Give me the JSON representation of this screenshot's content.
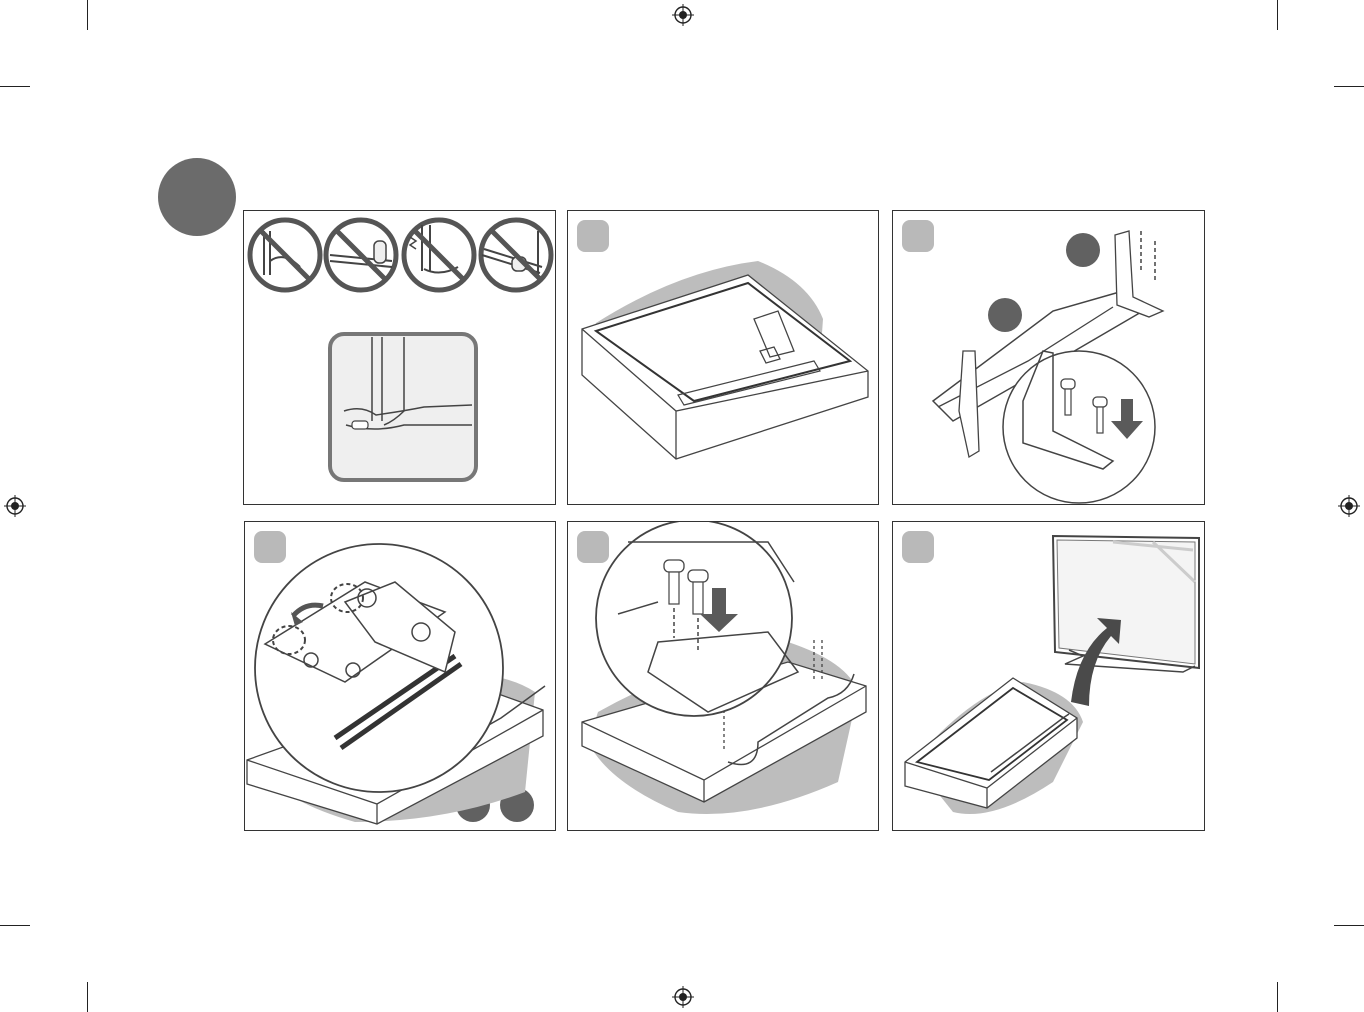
{
  "document": {
    "section_marker_color": "#6b6b6b",
    "step_badge_color": "#b9b9b9",
    "part_dot_color": "#616161",
    "line_color": "#333333",
    "shadow_color": "#b8b8b8",
    "panels": [
      {
        "id": "handling",
        "icons": [
          "prohibited-grip-icon",
          "prohibited-grip-icon",
          "prohibited-grip-icon",
          "prohibited-grip-icon",
          "correct-grip-icon"
        ]
      },
      {
        "id": "step-lay-tv",
        "icons": [
          "tv-face-down-icon"
        ]
      },
      {
        "id": "step-assemble-stand",
        "icons": [
          "stand-assembly-icon",
          "screw-icon"
        ]
      },
      {
        "id": "step-attach-stand",
        "icons": [
          "stand-hook-icon"
        ]
      },
      {
        "id": "step-fasten-screws",
        "icons": [
          "screw-icon",
          "down-arrow-icon"
        ]
      },
      {
        "id": "step-lift-tv",
        "icons": [
          "upright-tv-icon",
          "curved-arrow-icon"
        ]
      }
    ]
  }
}
